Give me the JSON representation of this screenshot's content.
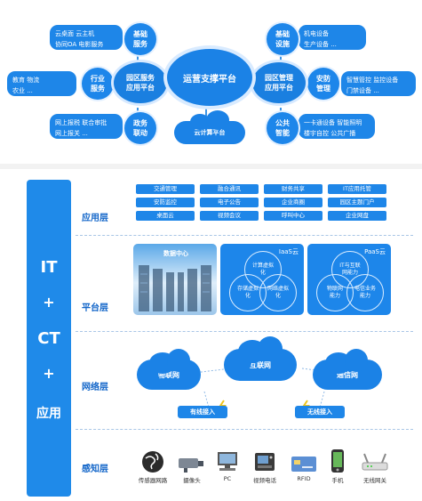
{
  "hub": {
    "center": "运营支撑平台",
    "cloud": "云计算平台",
    "left_mid": "园区服务\n应用平台",
    "right_mid": "园区管理\n应用平台",
    "nodes": {
      "jichu_fuwu": "基础\n服务",
      "hangye_fuwu": "行业\n服务",
      "zhengwu_liandong": "政务\n联动",
      "jichu_sheshi": "基础\n设施",
      "anfang_guanli": "安防\n管理",
      "gonggong_zhineng": "公共\n智能"
    },
    "bubbles": {
      "top_left": [
        "云桌面    云主机",
        "协同OA   电影服务"
      ],
      "mid_left": [
        "教育    物流",
        "农业    ..."
      ],
      "bottom_left": [
        "网上报税  联合审批",
        "网上报关  ..."
      ],
      "top_right": [
        "机电设备",
        "生产设备 ..."
      ],
      "mid_right": [
        "智慧管控  监控设备",
        "门禁设备 ..."
      ],
      "bottom_right": [
        "一卡通设备  智能照明",
        "楼宇自控   公共广播"
      ]
    }
  },
  "arch": {
    "side": [
      "IT",
      "+",
      "CT",
      "+",
      "应用"
    ],
    "layers": [
      "应用层",
      "平台层",
      "网络层",
      "感知层"
    ],
    "apps": [
      [
        "交通管理",
        "融合通讯",
        "财务共享",
        "IT应用托管"
      ],
      [
        "安防监控",
        "电子公告",
        "企业商圈",
        "园区主题门户"
      ],
      [
        "桌面云",
        "视频会议",
        "呼叫中心",
        "企业网盘"
      ]
    ],
    "platform": {
      "datacenter": "数据中心",
      "iaas": {
        "title": "IaaS云",
        "a": "计算虚拟化",
        "b": "存储虚拟化",
        "c": "网络虚拟化"
      },
      "paas": {
        "title": "PaaS云",
        "a": "IT与互联网能力",
        "b": "物联网能力",
        "c": "电信业务能力"
      }
    },
    "network": {
      "iot": "物联网",
      "internet": "互联网",
      "telecom": "通信网",
      "wired": "有线接入",
      "wireless": "无线接入"
    },
    "devices": [
      "传感器网路",
      "摄像头",
      "PC",
      "视频电话",
      "RFID",
      "手机",
      "无线网关"
    ]
  }
}
